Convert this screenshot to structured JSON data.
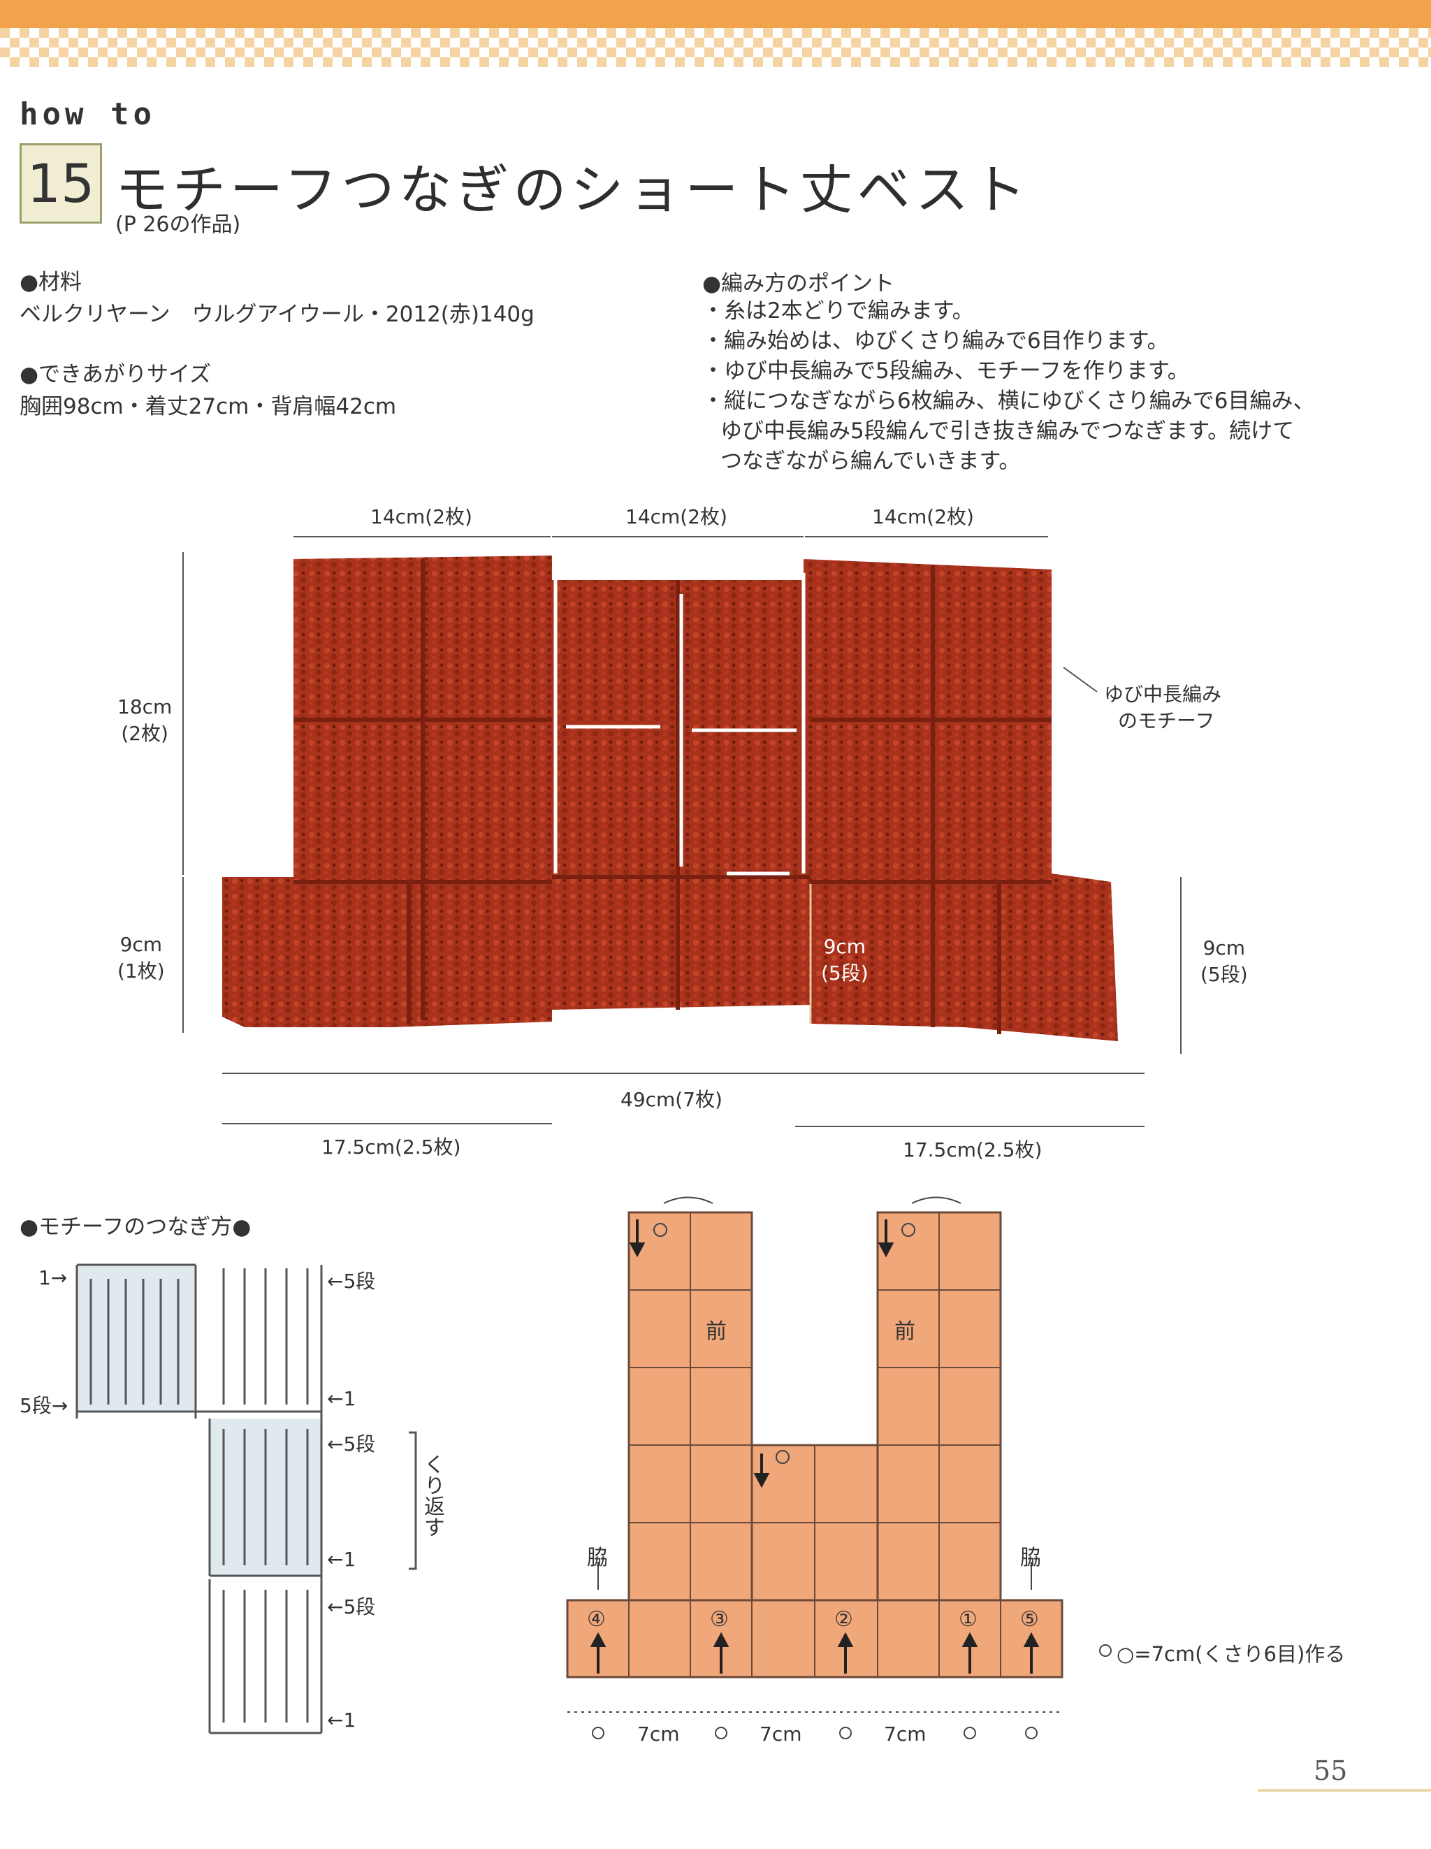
{
  "header": {
    "how_to": "how to",
    "number": "15",
    "title": "モチーフつなぎのショート丈ベスト",
    "subtitle": "(P 26の作品)"
  },
  "materials": {
    "heading": "●材料",
    "text": "ベルクリヤーン　ウルグアイウール・2012(赤)140g"
  },
  "finished_size": {
    "heading": "●できあがりサイズ",
    "text": "胸囲98cm・着丈27cm・背肩幅42cm"
  },
  "points": {
    "heading": "●編み方のポイント",
    "items": [
      "・糸は2本どりで編みます。",
      "・編み始めは、ゆびくさり編みで6目作ります。",
      "・ゆび中長編みで5段編み、モチーフを作ります。",
      "・縦につなぎながら6枚編み、横にゆびくさり編みで6目編み、"
    ],
    "continuation": [
      "ゆび中長編み5段編んで引き抜き編みでつなぎます。続けて",
      "つなぎながら編んでいきます。"
    ]
  },
  "photo_dims": {
    "top1": "14cm(2枚)",
    "top2": "14cm(2枚)",
    "top3": "14cm(2枚)",
    "left_upper": [
      "18cm",
      "(2枚)"
    ],
    "left_lower": [
      "9cm",
      "(1枚)"
    ],
    "right": [
      "9cm",
      "(5段)"
    ],
    "inner": [
      "9cm",
      "(5段)"
    ],
    "motif_label": [
      "ゆび中長編み",
      "のモチーフ"
    ],
    "bottom": "49cm(7枚)",
    "bottom_left": "17.5cm(2.5枚)",
    "bottom_right": "17.5cm(2.5枚)"
  },
  "join_diagram": {
    "title": "●モチーフのつなぎ方●",
    "label_top_1": "1→",
    "label_top_5": "←5段",
    "label_left_5": "5段→",
    "label_r1_1": "←1",
    "label_mid_5": "←5段",
    "label_mid_1": "←1",
    "label_bot_5": "←5段",
    "label_bot_1": "←1",
    "repeat": "くり返す"
  },
  "layout_diagram": {
    "front": "前",
    "side": "脇",
    "circled": [
      "④",
      "③",
      "②",
      "①",
      "⑤"
    ],
    "legend": "○=7cm(くさり6目)作る",
    "bottom_label": "7cm",
    "colors": {
      "fill": "#f0a77a",
      "grid": "#6b4a3a"
    }
  },
  "page": {
    "number": "55"
  },
  "colors": {
    "yarn": "#a8321c",
    "yarn_dark": "#7a2010",
    "accent": "#f2a24a"
  }
}
